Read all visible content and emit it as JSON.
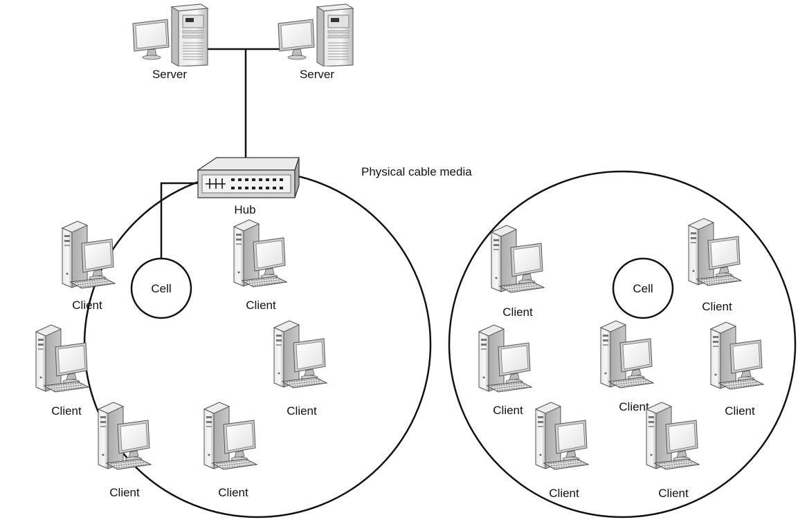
{
  "labels": {
    "server": "Server",
    "client": "Client",
    "hub": "Hub",
    "cell": "Cell",
    "media": "Physical cable media"
  },
  "colors": {
    "line": "#111111",
    "tower_light": "#f2f2f2",
    "tower_mid": "#cfcfcf",
    "tower_dark": "#8a8a8a",
    "screen": "#f7f7f7",
    "hub_body": "#d9d9d9"
  }
}
